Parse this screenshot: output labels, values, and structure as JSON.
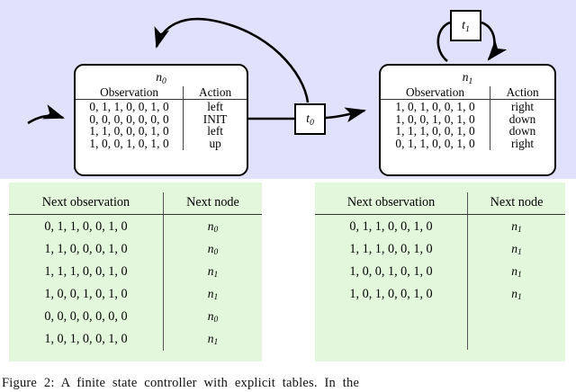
{
  "figure": {
    "caption": "Figure 2:  A finite state controller with explicit tables.  In the"
  },
  "colors": {
    "fsc_panel_background": "#e2e1fb",
    "table_panel_background": "#e2f7dc",
    "node_fill": "#ffffff",
    "stroke": "#000000",
    "page_background": "#ffffff"
  },
  "fsc": {
    "nodes": [
      {
        "id": "n0",
        "name": "n",
        "subscript": "0",
        "headers": [
          "Observation",
          "Action"
        ],
        "rows": [
          {
            "observation": "0, 1, 1, 0, 0, 1, 0",
            "action": "left"
          },
          {
            "observation": "0, 0, 0, 0, 0, 0, 0",
            "action": "INIT"
          },
          {
            "observation": "1, 1, 0, 0, 0, 1, 0",
            "action": "left"
          },
          {
            "observation": "1, 0, 0, 1, 0, 1, 0",
            "action": "up"
          }
        ]
      },
      {
        "id": "n1",
        "name": "n",
        "subscript": "1",
        "headers": [
          "Observation",
          "Action"
        ],
        "rows": [
          {
            "observation": "1, 0, 1, 0, 0, 1, 0",
            "action": "right"
          },
          {
            "observation": "1, 0, 0, 1, 0, 1, 0",
            "action": "down"
          },
          {
            "observation": "1, 1, 1, 0, 0, 1, 0",
            "action": "down"
          },
          {
            "observation": "0, 1, 1, 0, 0, 1, 0",
            "action": "right"
          }
        ]
      }
    ],
    "transitions": [
      {
        "id": "t0",
        "name": "t",
        "subscript": "0"
      },
      {
        "id": "t1",
        "name": "t",
        "subscript": "1"
      }
    ],
    "edges": [
      {
        "name": "start-edge",
        "from": "start",
        "to": "n0"
      },
      {
        "name": "n0-to-t0-edge",
        "from": "n0",
        "to": "t0"
      },
      {
        "name": "t0-to-n1-edge",
        "from": "t0",
        "to": "n1"
      },
      {
        "name": "t0-to-n0-edge",
        "from": "t0",
        "to": "n0"
      },
      {
        "name": "n1-to-t1-edge",
        "from": "n1",
        "to": "t1"
      },
      {
        "name": "t1-to-n1-edge",
        "from": "t1",
        "to": "n1"
      }
    ]
  },
  "transition_tables": [
    {
      "id": "t0-table",
      "headers": [
        "Next observation",
        "Next node"
      ],
      "rows": [
        {
          "observation": "0, 1, 1, 0, 0, 1, 0",
          "node_name": "n",
          "node_sub": "0"
        },
        {
          "observation": "1, 1, 0, 0, 0, 1, 0",
          "node_name": "n",
          "node_sub": "0"
        },
        {
          "observation": "1, 1, 1, 0, 0, 1, 0",
          "node_name": "n",
          "node_sub": "1"
        },
        {
          "observation": "1, 0, 0, 1, 0, 1, 0",
          "node_name": "n",
          "node_sub": "1"
        },
        {
          "observation": "0, 0, 0, 0, 0, 0, 0",
          "node_name": "n",
          "node_sub": "0"
        },
        {
          "observation": "1, 0, 1, 0, 0, 1, 0",
          "node_name": "n",
          "node_sub": "1"
        }
      ]
    },
    {
      "id": "t1-table",
      "headers": [
        "Next observation",
        "Next node"
      ],
      "rows": [
        {
          "observation": "0, 1, 1, 0, 0, 1, 0",
          "node_name": "n",
          "node_sub": "1"
        },
        {
          "observation": "1, 1, 1, 0, 0, 1, 0",
          "node_name": "n",
          "node_sub": "1"
        },
        {
          "observation": "1, 0, 0, 1, 0, 1, 0",
          "node_name": "n",
          "node_sub": "1"
        },
        {
          "observation": "1, 0, 1, 0, 0, 1, 0",
          "node_name": "n",
          "node_sub": "1"
        }
      ]
    }
  ]
}
